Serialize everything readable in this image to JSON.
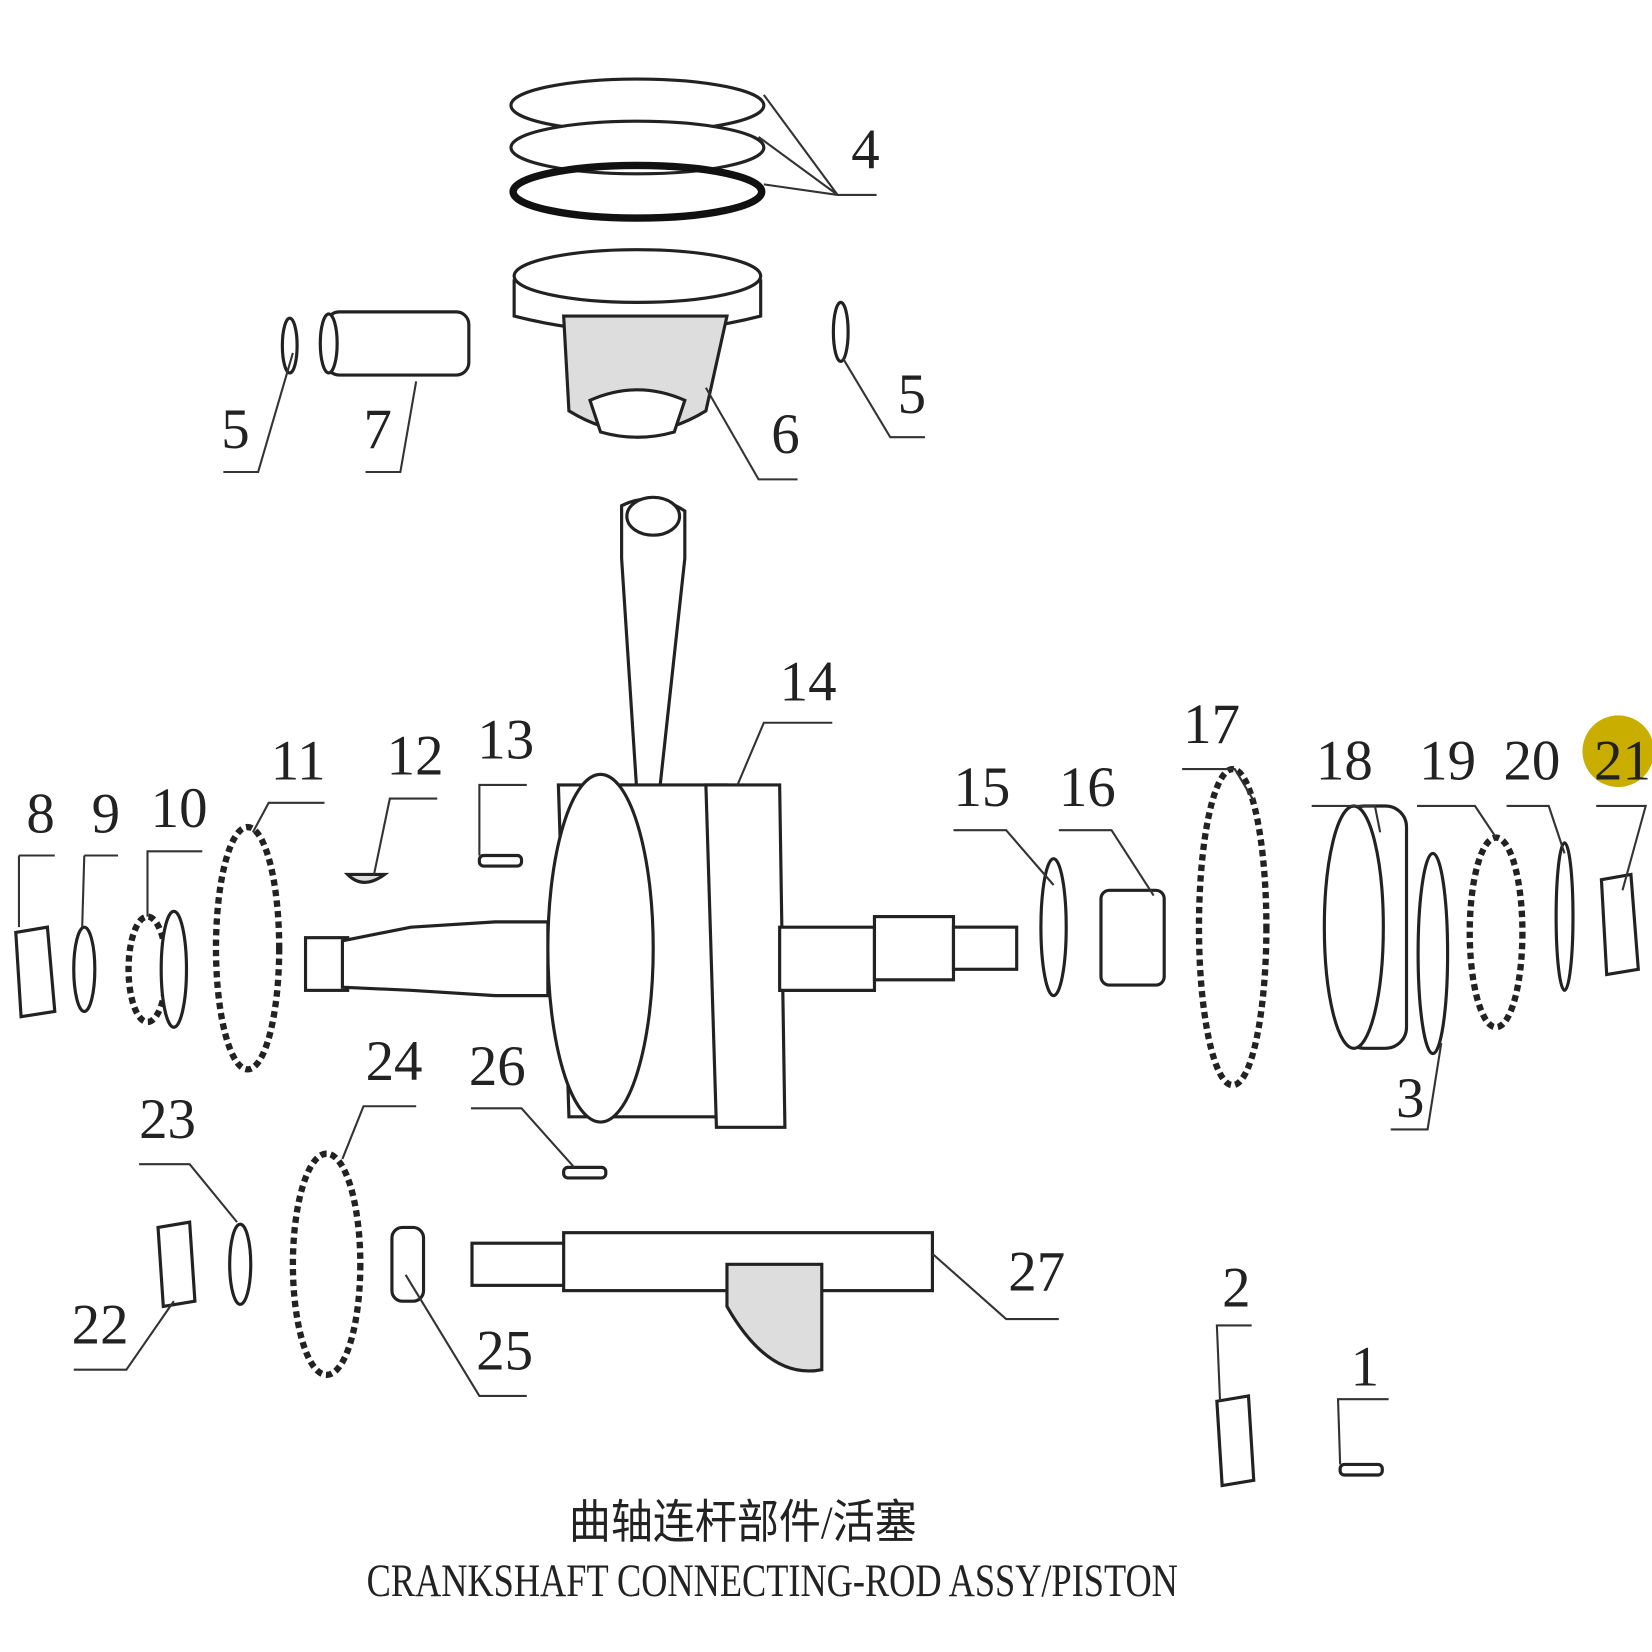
{
  "diagram": {
    "title_cn": "曲轴连杆部件/活塞",
    "title_en": "CRANKSHAFT CONNECTING-ROD ASSY/PISTON",
    "highlight_color": "#C9AE00",
    "highlighted_part": "21",
    "callouts": [
      "1",
      "2",
      "3",
      "4",
      "5",
      "5",
      "6",
      "7",
      "8",
      "9",
      "10",
      "11",
      "12",
      "13",
      "14",
      "15",
      "16",
      "17",
      "18",
      "19",
      "20",
      "21",
      "22",
      "23",
      "24",
      "25",
      "26",
      "27"
    ]
  }
}
